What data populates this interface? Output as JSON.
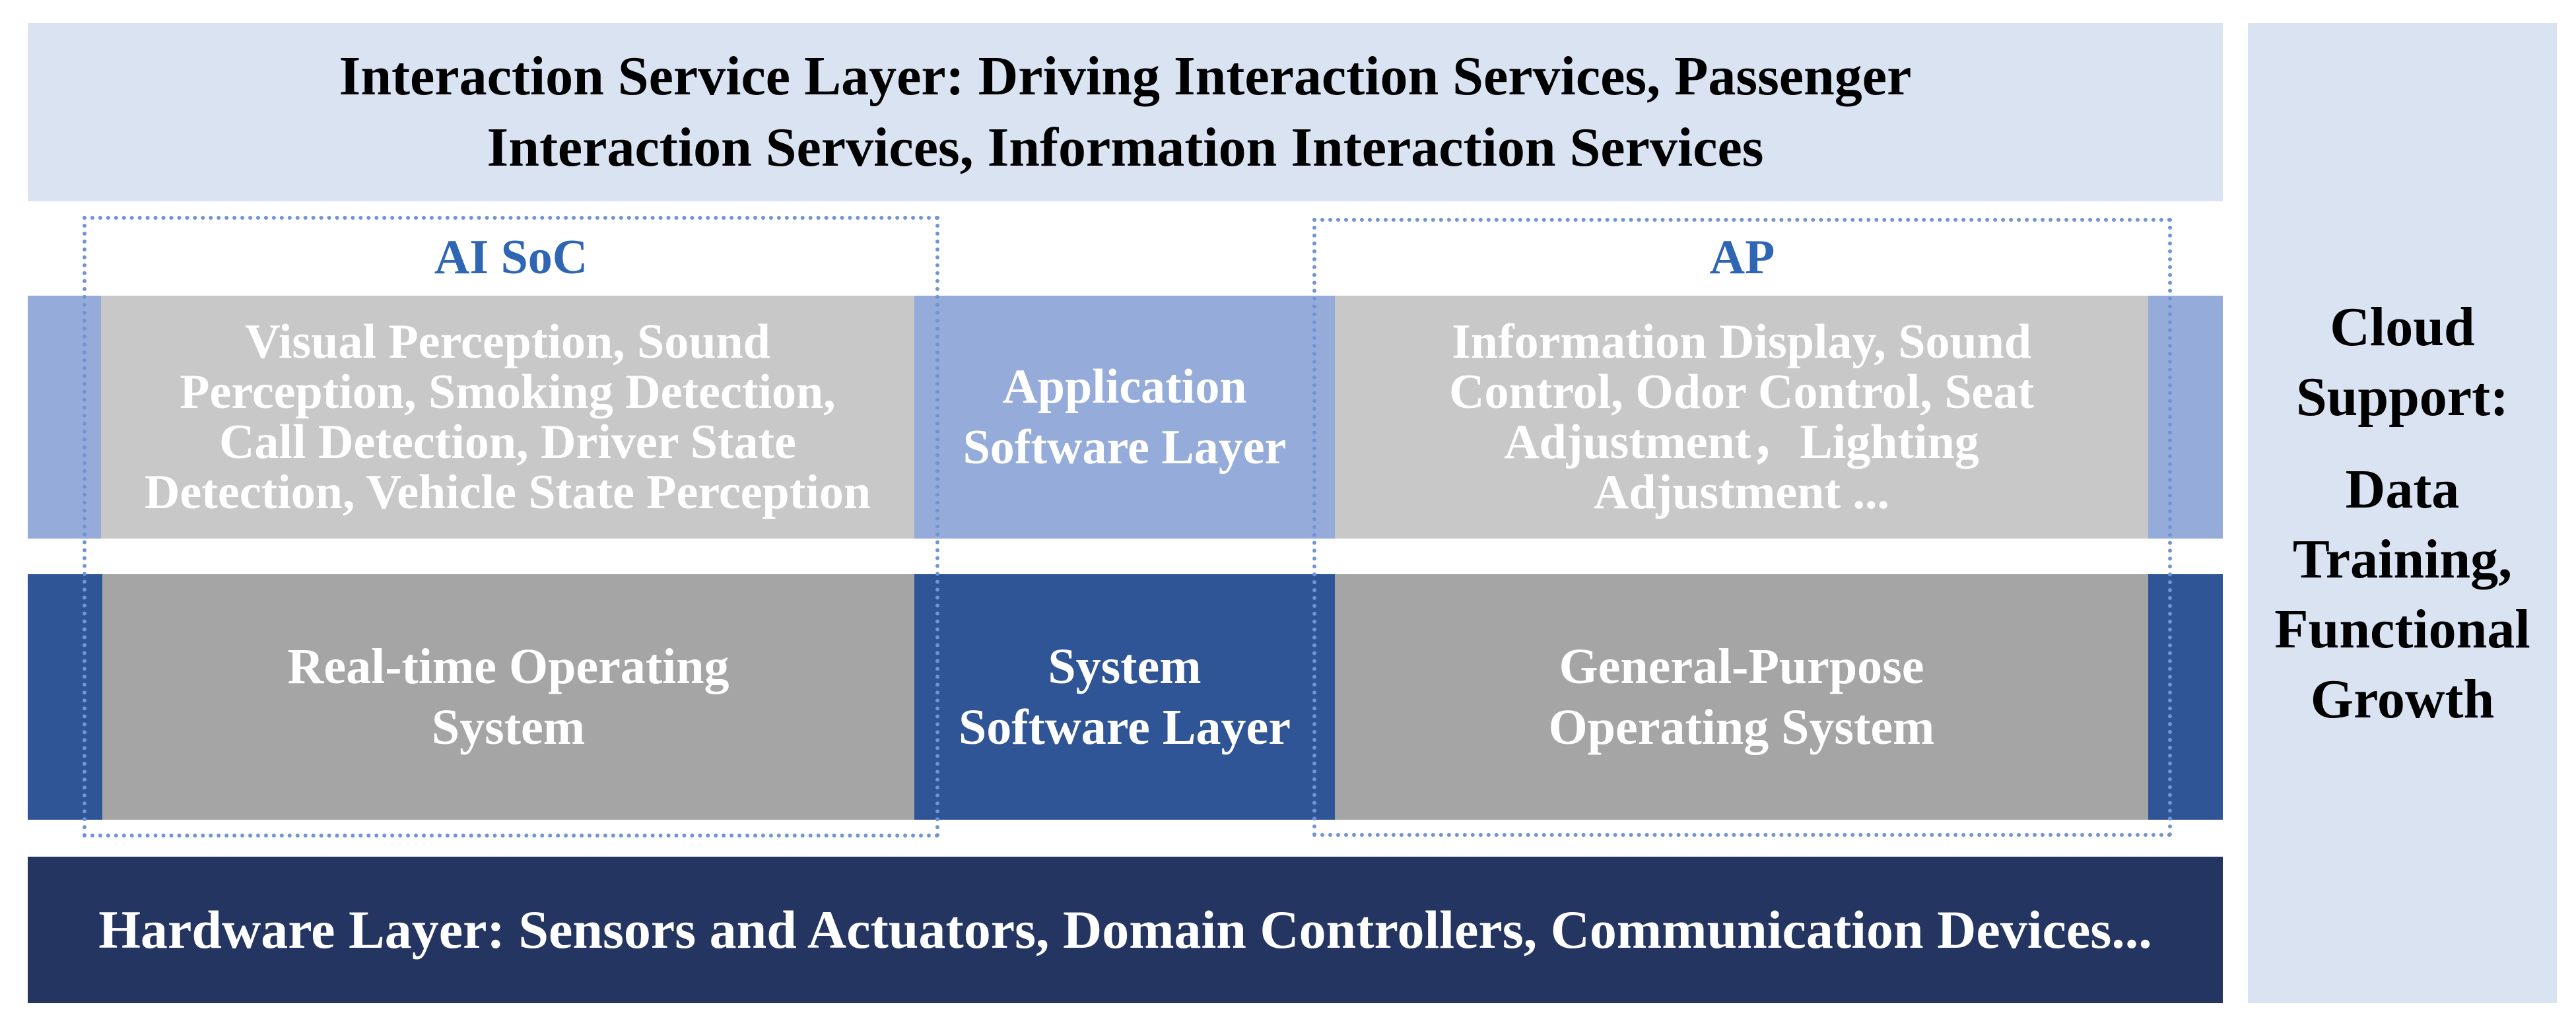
{
  "interaction_layer": {
    "text": "Interaction Service Layer: Driving Interaction Services, Passenger\nInteraction Services, Information Interaction Services"
  },
  "cloud": {
    "title": "Cloud\nSupport:",
    "body": "Data\nTraining,\nFunctional\nGrowth"
  },
  "ai_soc": {
    "title": "AI SoC",
    "application": "Visual Perception, Sound\nPerception, Smoking Detection,\nCall Detection, Driver State\nDetection, Vehicle State Perception",
    "system": "Real-time Operating\nSystem"
  },
  "ap": {
    "title": "AP",
    "application": "Information Display, Sound\nControl, Odor Control, Seat\nAdjustment，Lighting\nAdjustment ...",
    "system": "General-Purpose\nOperating System"
  },
  "layers": {
    "application": "Application\nSoftware Layer",
    "system": "System\nSoftware Layer"
  },
  "hardware_layer": {
    "text": "Hardware Layer: Sensors and Actuators, Domain Controllers, Communication Devices..."
  },
  "colors": {
    "light_panel": "#d9e3f2",
    "application_band": "#95abd9",
    "system_band": "#2f5597",
    "hardware_band": "#243562",
    "light_cell": "#c8c8c8",
    "dark_cell": "#a5a5a5",
    "outline": "#6f95d6",
    "title_blue": "#2e66b4"
  }
}
